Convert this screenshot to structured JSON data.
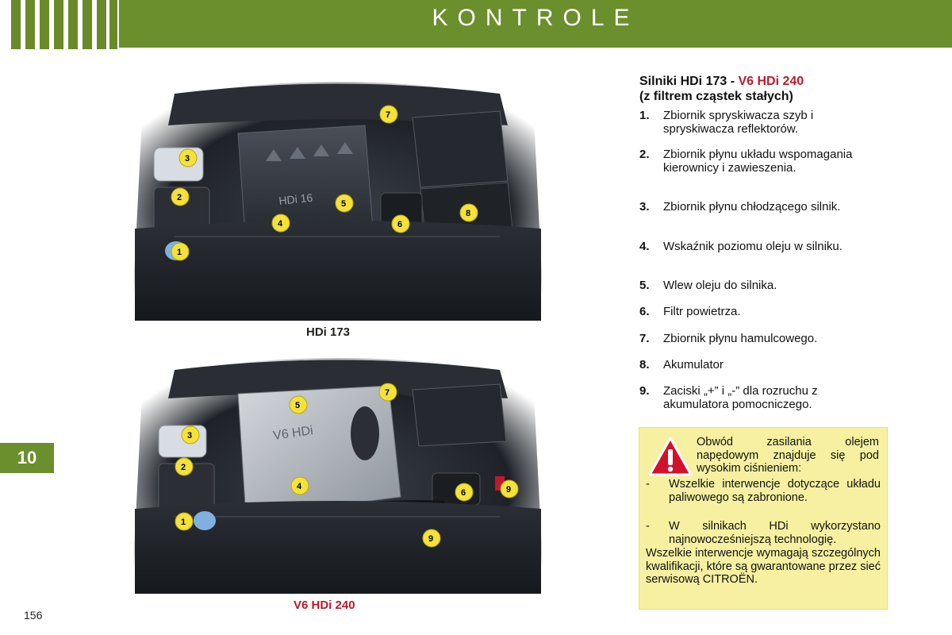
{
  "header": {
    "title": "KONTROLE"
  },
  "chapter": {
    "tab": "10"
  },
  "page": {
    "number": "156"
  },
  "images": {
    "top": {
      "caption": "HDi 173",
      "cover_text": "HDi 16",
      "badges": [
        "1",
        "2",
        "3",
        "4",
        "5",
        "6",
        "7",
        "8"
      ]
    },
    "bottom": {
      "caption": "V6 HDi 240",
      "cover_text": "V6 HDi",
      "badges": [
        "1",
        "2",
        "3",
        "4",
        "5",
        "6",
        "7",
        "9",
        "9"
      ]
    }
  },
  "section": {
    "title_prefix": "Silniki HDi 173 - ",
    "title_highlight": "V6 HDi 240",
    "title_suffix": "(z filtrem cząstek stałych)",
    "items": [
      {
        "num": "1.",
        "text": "Zbiornik spryskiwacza szyb i spryskiwacza reflektorów."
      },
      {
        "num": "2.",
        "text": "Zbiornik płynu układu wspomagania kierownicy i zawieszenia."
      },
      {
        "num": "3.",
        "text": "Zbiornik płynu chłodzącego silnik."
      },
      {
        "num": "4.",
        "text": "Wskaźnik poziomu oleju w silniku."
      },
      {
        "num": "5.",
        "text": "Wlew oleju do silnika."
      },
      {
        "num": "6.",
        "text": "Filtr powietrza."
      },
      {
        "num": "7.",
        "text": "Zbiornik płynu hamulcowego."
      },
      {
        "num": "8.",
        "text": "Akumulator"
      },
      {
        "num": "9.",
        "text": "Zaciski „+” i „-” dla rozruchu z akumulatora pomocniczego."
      }
    ]
  },
  "warning": {
    "intro": "Obwód zasilania olejem napędowym znajduje się pod wysokim ciśnieniem:",
    "bullets": [
      {
        "dash": "-",
        "text": "Wszelkie interwencje dotyczące układu paliwowego są zabronione."
      },
      {
        "dash": "-",
        "text": "W silnikach HDi wykorzystano najnowocześniejszą technologię."
      }
    ],
    "footer": "Wszelkie interwencje wymagają szczególnych kwalifikacji, które są gwarantowane przez sieć serwisową CITROËN.",
    "icon_color": "#d4102a"
  },
  "colors": {
    "header": "#6b8f2c",
    "accent_red": "#c0182a",
    "warning_bg": "#f6f0a0",
    "badge": "#f4e23a"
  }
}
